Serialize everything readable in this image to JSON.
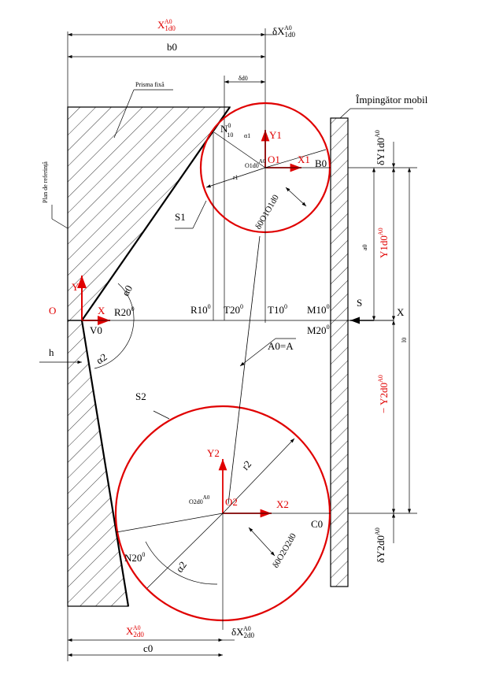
{
  "labels": {
    "x1d0": "X",
    "x1d0_sub": "1d0",
    "x1d0_sup": "A0",
    "dx1d0": "δX",
    "dx1d0_sub": "1d0",
    "dx1d0_sup": "A0",
    "b0": "b0",
    "delta_small": "δd0",
    "prisma": "Prisma fixă",
    "impingator": "Împingător mobil",
    "plan_referinta": "Plan de referință",
    "n10": "N",
    "n10_sup": "0",
    "n10_sub": "10",
    "alpha1": "α1",
    "y1": "Y1",
    "o1": "O1",
    "x1": "X1",
    "o1d0": "O1d0",
    "o1d0_sup": "A0",
    "b0pt": "B0",
    "r1": "r1",
    "s1": "S1",
    "do1o1": "δ0O1O1d0",
    "a0": "a0",
    "y1d0": "Y1d0",
    "y1d0_sup": "A0",
    "dy1d0": "δY1d0",
    "dy1d0_sup": "A0",
    "l0": "l0",
    "O": "O",
    "Y": "Y",
    "X": "X",
    "v0": "V0",
    "alpha0": "α0",
    "r20": "R20",
    "r20_sup": "0",
    "r10": "R10",
    "r10_sup": "0",
    "t20": "T20",
    "t20_sup": "0",
    "t10": "T10",
    "t10_sup": "0",
    "m10": "M10",
    "m10_sup": "0",
    "m20": "M20",
    "m20_sup": "0",
    "S": "S",
    "Xright": "X",
    "h": "h",
    "alpha2_0": "α2",
    "a0eqa": "A0=A",
    "y2d0": "− Y2d0",
    "y2d0_sup": "A0",
    "s2": "S2",
    "y2": "Y2",
    "r2": "r2",
    "o2d0": "O2d0",
    "o2d0_sup": "A0",
    "o2": "O2",
    "x2": "X2",
    "c0": "C0",
    "do2o2": "δ0O2O2d0",
    "dy2d0": "δY2d0",
    "dy2d0_sup": "A0",
    "n20": "N20",
    "n20_sup": "0",
    "alpha2": "α2",
    "x2d0": "X",
    "x2d0_sub": "2d0",
    "x2d0_sup": "A0",
    "dx2d0": "δX",
    "dx2d0_sub": "2d0",
    "dx2d0_sup": "A0",
    "c0bottom": "c0"
  },
  "colors": {
    "red": "#e00000",
    "black": "#000000"
  }
}
